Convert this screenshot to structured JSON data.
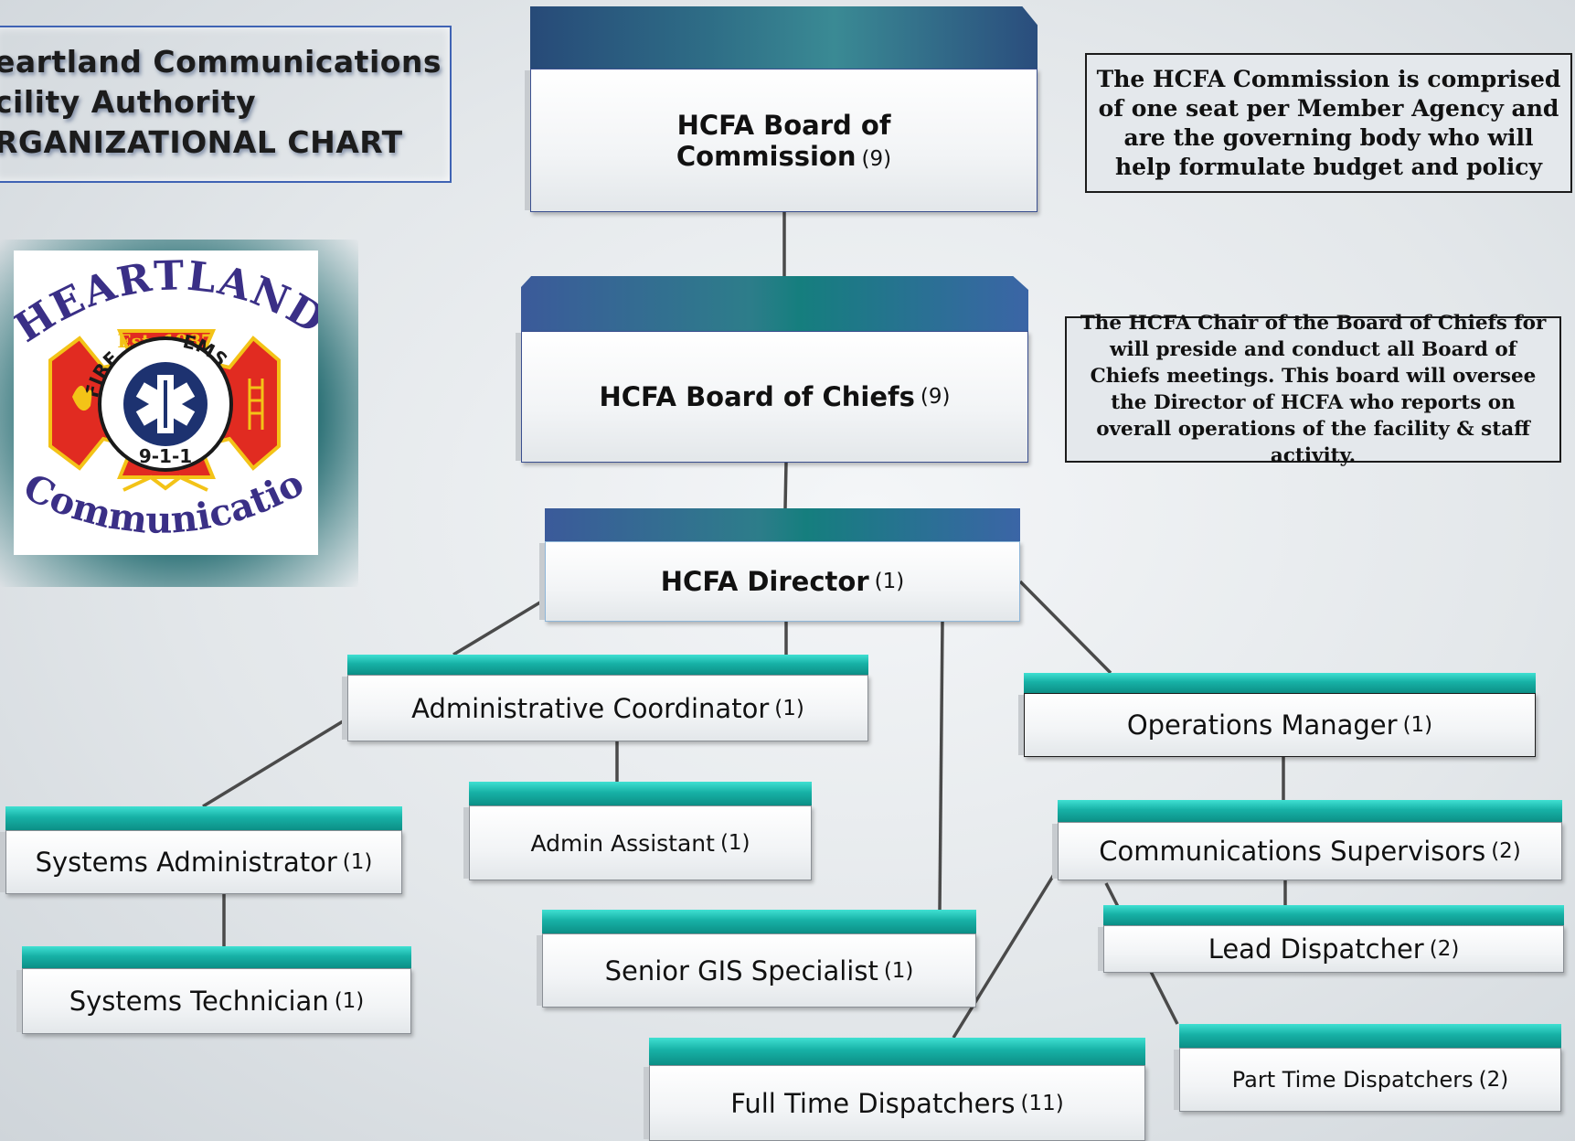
{
  "title": {
    "line1": "eartland Communications",
    "line2": "cility Authority",
    "line3": "RGANIZATIONAL CHART"
  },
  "logo": {
    "top_text": "HEARTLAND",
    "est": "Est. 1987",
    "fire": "FIRE",
    "ems": "EMS",
    "num": "9-1-1",
    "bottom_text": "Communications",
    "colors": {
      "purple": "#3a2f86",
      "red": "#e12b21",
      "yellow": "#f3c317",
      "navy": "#1d3270"
    }
  },
  "nodes": {
    "commission": {
      "label_line1": "HCFA Board of",
      "label_line2": "Commission",
      "count": "(9)"
    },
    "chiefs": {
      "label": "HCFA Board of Chiefs",
      "count": "(9)"
    },
    "director": {
      "label": "HCFA Director",
      "count": "(1)"
    },
    "admin_coordinator": {
      "label": "Administrative Coordinator",
      "count": "(1)"
    },
    "operations_manager": {
      "label": "Operations  Manager",
      "count": "(1)"
    },
    "admin_assistant": {
      "label": "Admin Assistant",
      "count": "(1)"
    },
    "systems_administrator": {
      "label": "Systems Administrator",
      "count": "(1)"
    },
    "systems_technician": {
      "label": "Systems Technician",
      "count": "(1)"
    },
    "senior_gis": {
      "label": "Senior GIS Specialist",
      "count": "(1)"
    },
    "comm_supervisors": {
      "label": "Communications Supervisors",
      "count": "(2)"
    },
    "lead_dispatcher": {
      "label": "Lead Dispatcher",
      "count": "(2)"
    },
    "full_time_dispatchers": {
      "label": "Full Time Dispatchers",
      "count": "(11)"
    },
    "part_time_dispatchers": {
      "label": "Part Time Dispatchers",
      "count": "(2)"
    }
  },
  "notes": {
    "commission": "The HCFA Commission is comprised of one seat per Member Agency and are the governing body who will help formulate budget and policy",
    "chiefs": "The HCFA Chair of the Board of Chiefs for will preside and conduct all Board of Chiefs meetings. This board will oversee the Director of HCFA who reports on overall operations of the facility & staff activity."
  },
  "colors": {
    "teal_bar": "#17b1a6",
    "navy_bar": "#274a78",
    "connector": "#4a4a4a",
    "title_border": "#3f63b4"
  }
}
